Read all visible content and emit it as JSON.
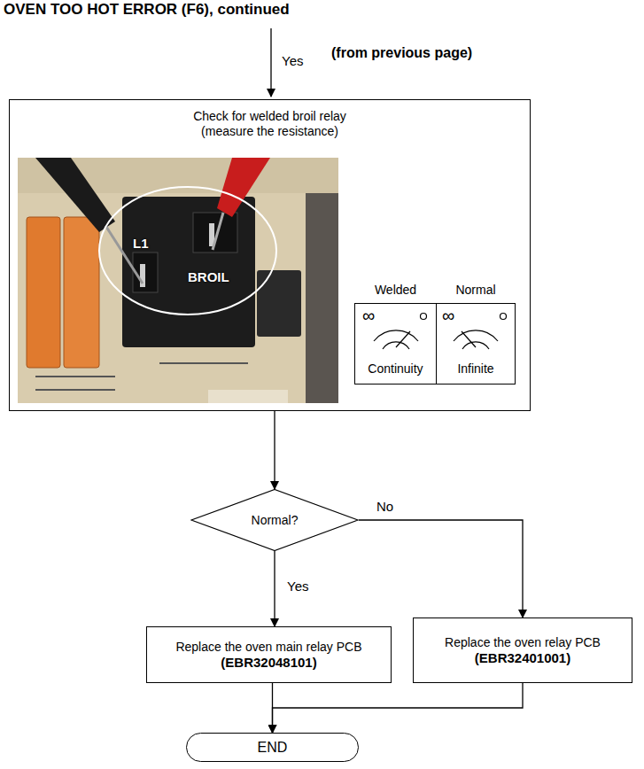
{
  "diagram": {
    "title": "OVEN TOO HOT ERROR (F6), continued",
    "nodes": [
      {
        "text": [
          "Check for welded broil relay (measure the resistance)"
        ]
      },
      {
        "text": [
          "Welded",
          "Continuity"
        ],
        "in": 0
      },
      {
        "text": [
          "Normal",
          "Infinite"
        ],
        "in": 0
      },
      {
        "text": [
          "Normal?"
        ]
      },
      {
        "text": [
          "Replace the oven main relay PCB",
          "(EBR32048101)"
        ]
      },
      {
        "text": [
          "Replace the oven relay PCB",
          "(EBR32401001)"
        ]
      },
      {
        "text": [
          "END"
        ]
      }
    ],
    "edges": [
      {
        "from": 0,
        "to": 3,
        "arrow": "to"
      },
      {
        "from": 3,
        "to": 4,
        "label": "Yes",
        "arrow": "to"
      },
      {
        "from": 3,
        "to": 5,
        "label": "No",
        "arrow": "to"
      },
      {
        "from": 4,
        "to": 6,
        "arrow": "to"
      },
      {
        "from": 5,
        "to": 6,
        "arrow": "to"
      }
    ],
    "labels": [
      "Yes",
      "(from previous page)",
      "L1",
      "BROIL",
      "∞",
      "∞"
    ]
  }
}
